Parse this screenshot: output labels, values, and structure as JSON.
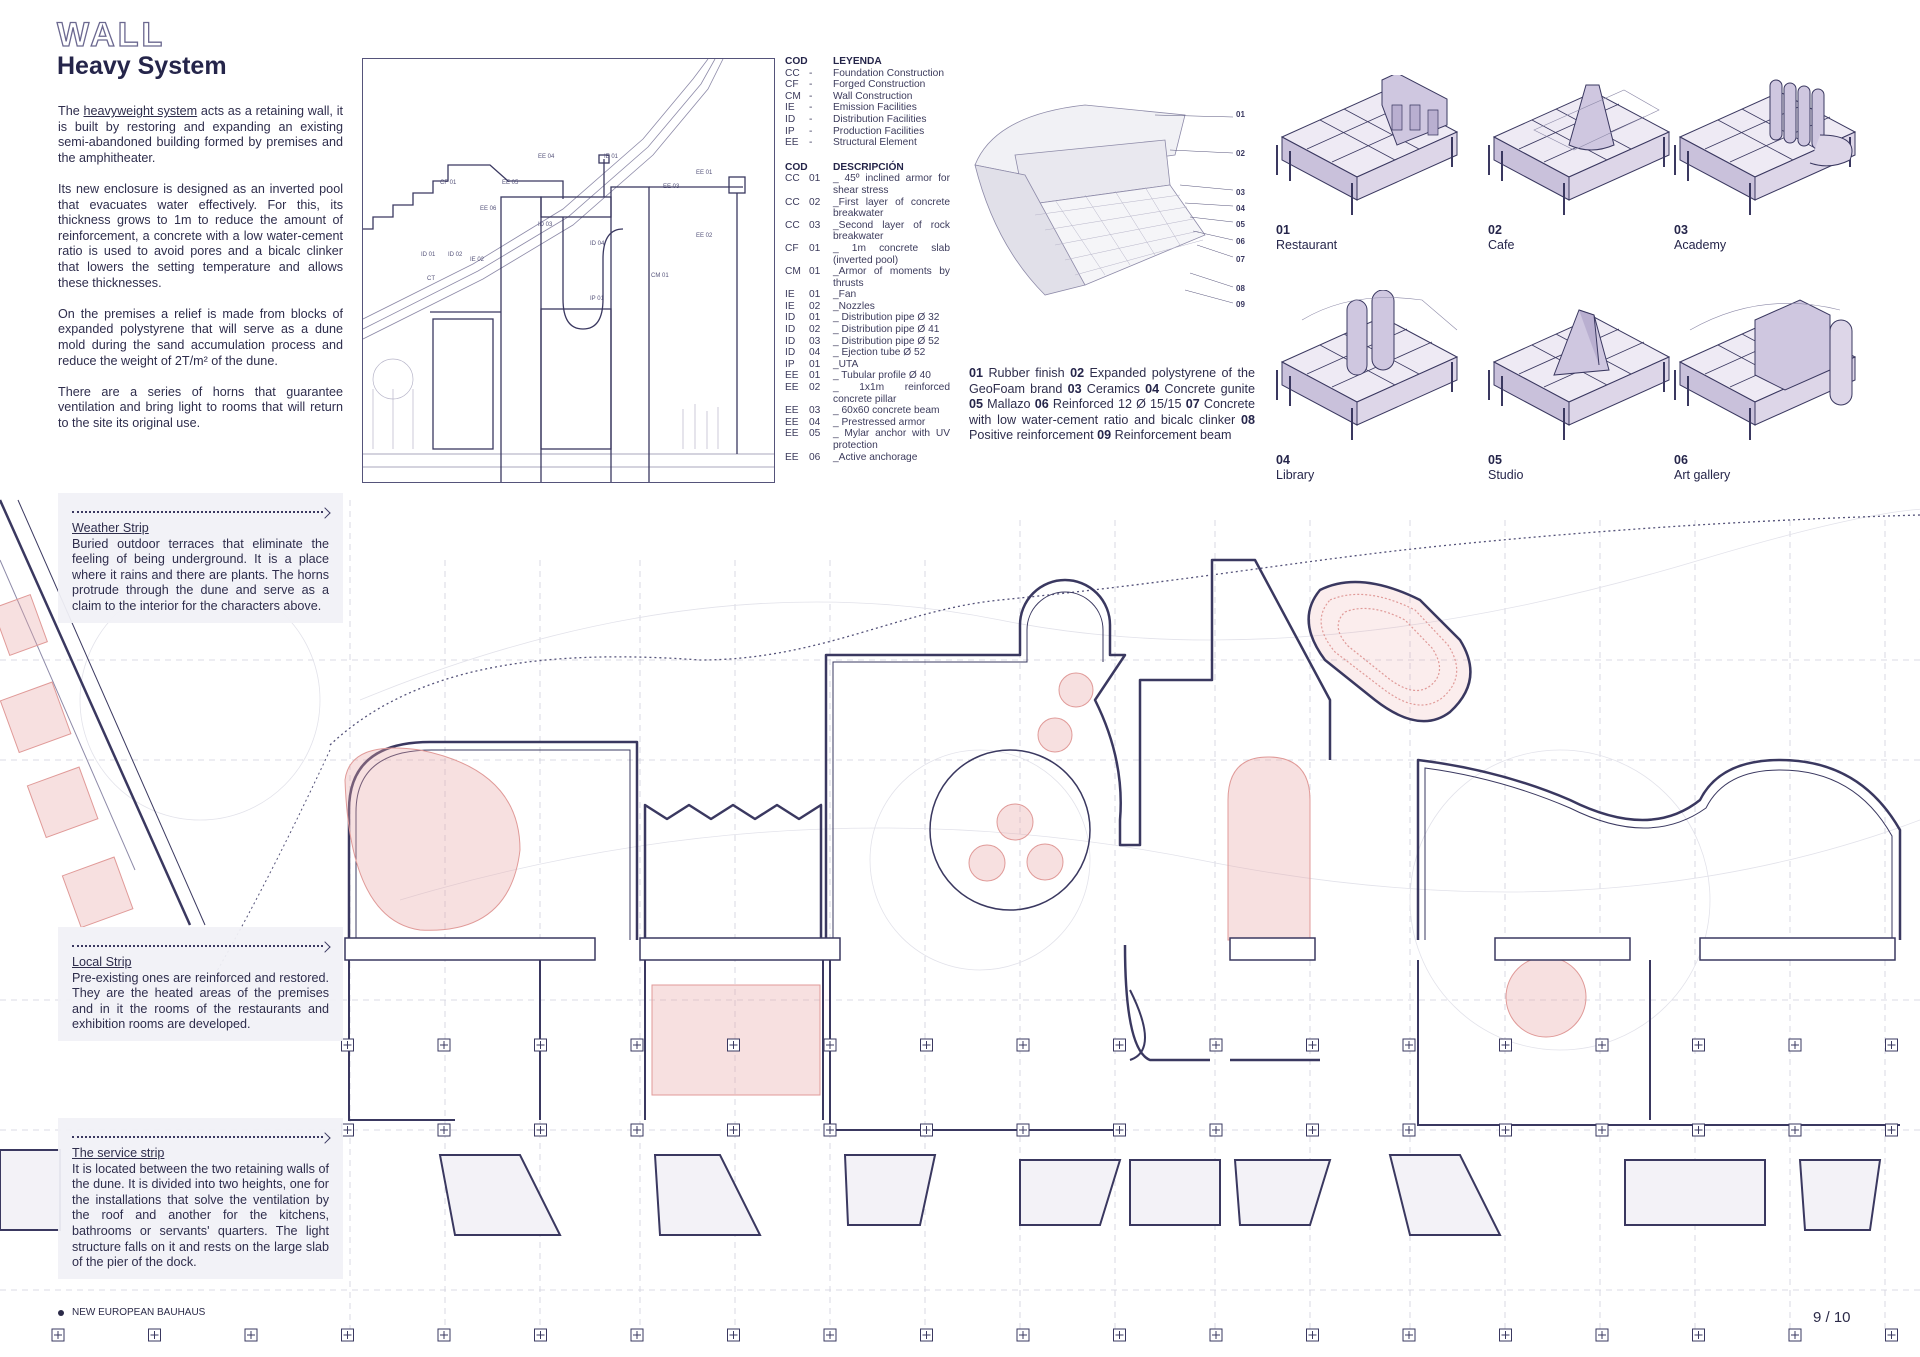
{
  "header": {
    "kicker": "WALL",
    "title": "Heavy System"
  },
  "intro": {
    "p1_before": "The ",
    "p1_link": "heavyweight system",
    "p1_after": " acts as a retaining wall, it is built by restoring and expanding an existing semi-abandoned building formed by premises and the amphitheater.",
    "p2": "Its new enclosure is designed as an inverted pool that evacuates water effectively. For this, its thickness grows to 1m to reduce the amount of reinforcement, a concrete with a low water-cement ratio is used to avoid pores and a bicalc clinker that lowers the setting temperature and allows these thicknesses.",
    "p3": "On the premises a relief is made from blocks of expanded polystyrene that will serve as a dune mold during the sand accumulation process and reduce the weight of 2T/m² of the dune.",
    "p4": "There are a series of horns that guarantee ventilation and bring light to rooms that will return to the site its original use."
  },
  "section": {
    "labels": [
      "EE 04",
      "IE 01",
      "EE 01",
      "CF 01",
      "EE 05",
      "EE 03",
      "EE 06",
      "ID 03",
      "ID 04",
      "EE 02",
      "ID 01",
      "ID 02",
      "IE 02",
      "CT",
      "CM 01",
      "IP 01"
    ]
  },
  "legend": {
    "header_cod": "COD",
    "header_legend": "LEYENDA",
    "items": [
      {
        "code": "CC",
        "dash": "-",
        "text": "Foundation Construction"
      },
      {
        "code": "CF",
        "dash": "-",
        "text": "Forged Construction"
      },
      {
        "code": "CM",
        "dash": "-",
        "text": "Wall Construction"
      },
      {
        "code": "IE",
        "dash": "-",
        "text": "Emission Facilities"
      },
      {
        "code": "ID",
        "dash": "-",
        "text": "Distribution Facilities"
      },
      {
        "code": "IP",
        "dash": "-",
        "text": "Production Facilities"
      },
      {
        "code": "EE",
        "dash": "-",
        "text": "Structural Element"
      }
    ],
    "header_desc": "DESCRIPCIÓN",
    "descriptions": [
      {
        "code": "CC",
        "num": "01",
        "text": "_ 45º inclined armor for shear stress"
      },
      {
        "code": "CC",
        "num": "02",
        "text": "_First layer of concrete breakwater"
      },
      {
        "code": "CC",
        "num": "03",
        "text": "_Second layer of rock breakwater"
      },
      {
        "code": "CF",
        "num": "01",
        "text": "_ 1m concrete slab (inverted pool)"
      },
      {
        "code": "CM",
        "num": "01",
        "text": "_Armor of moments by thrusts"
      },
      {
        "code": "IE",
        "num": "01",
        "text": "_Fan"
      },
      {
        "code": "IE",
        "num": "02",
        "text": "_Nozzles"
      },
      {
        "code": "ID",
        "num": "01",
        "text": "_ Distribution pipe Ø 32"
      },
      {
        "code": "ID",
        "num": "02",
        "text": "_ Distribution pipe Ø 41"
      },
      {
        "code": "ID",
        "num": "03",
        "text": "_ Distribution pipe Ø 52"
      },
      {
        "code": "ID",
        "num": "04",
        "text": "_ Ejection tube Ø 52"
      },
      {
        "code": "IP",
        "num": "01",
        "text": "_UTA"
      },
      {
        "code": "EE",
        "num": "01",
        "text": "_ Tubular profile Ø 40"
      },
      {
        "code": "EE",
        "num": "02",
        "text": "_ 1x1m reinforced concrete pillar"
      },
      {
        "code": "EE",
        "num": "03",
        "text": "_ 60x60 concrete beam"
      },
      {
        "code": "EE",
        "num": "04",
        "text": "_ Prestressed armor"
      },
      {
        "code": "EE",
        "num": "05",
        "text": "_ Mylar anchor with UV protection"
      },
      {
        "code": "EE",
        "num": "06",
        "text": "_Active anchorage"
      }
    ]
  },
  "wall_detail": {
    "callouts": [
      "01",
      "02",
      "03",
      "04",
      "05",
      "06",
      "07",
      "08",
      "09"
    ],
    "materials": [
      {
        "num": "01",
        "text": " Rubber finish "
      },
      {
        "num": "02",
        "text": " Expanded polystyrene of the GeoFoam brand "
      },
      {
        "num": "03",
        "text": " Ceramics "
      },
      {
        "num": "04",
        "text": " Concrete gunite "
      },
      {
        "num": "05",
        "text": " Mallazo "
      },
      {
        "num": "06",
        "text": " Reinforced 12 Ø 15/15 "
      },
      {
        "num": "07",
        "text": " Concrete with low water-cement ratio and bicalc clinker "
      },
      {
        "num": "08",
        "text": " Positive reinforcement "
      },
      {
        "num": "09",
        "text": " Reinforcement beam"
      }
    ]
  },
  "buildings": [
    {
      "num": "01",
      "name": "Restaurant"
    },
    {
      "num": "02",
      "name": "Cafe"
    },
    {
      "num": "03",
      "name": "Academy"
    },
    {
      "num": "04",
      "name": "Library"
    },
    {
      "num": "05",
      "name": "Studio"
    },
    {
      "num": "06",
      "name": "Art gallery"
    }
  ],
  "strips": [
    {
      "title": "Weather Strip",
      "text": "Buried outdoor terraces that eliminate the feeling of being underground. It is a place where it rains and there are plants. The horns protrude through the dune and serve as a claim to the interior for the characters above."
    },
    {
      "title": "Local Strip",
      "text": "Pre-existing ones are reinforced and restored. They are the heated areas of the premises and in it the rooms of the restaurants and exhibition rooms are developed."
    },
    {
      "title": "The service strip",
      "text": "It is located between the two retaining walls of the dune. It is divided into two heights, one for the installations that solve the ventilation by the roof and another for the kitchens, bathrooms or servants' quarters. The light structure falls on it and rests on the large slab of the pier of the dock."
    }
  ],
  "footer": {
    "brand": "NEW EUROPEAN BAUHAUS",
    "page": "9 / 10"
  },
  "colors": {
    "ink": "#2b2a48",
    "wall": "#3a3860",
    "accent_pink": "#e9a7a5",
    "volume_fill": "#dcd6e8",
    "panel": "#f1f1f6"
  }
}
